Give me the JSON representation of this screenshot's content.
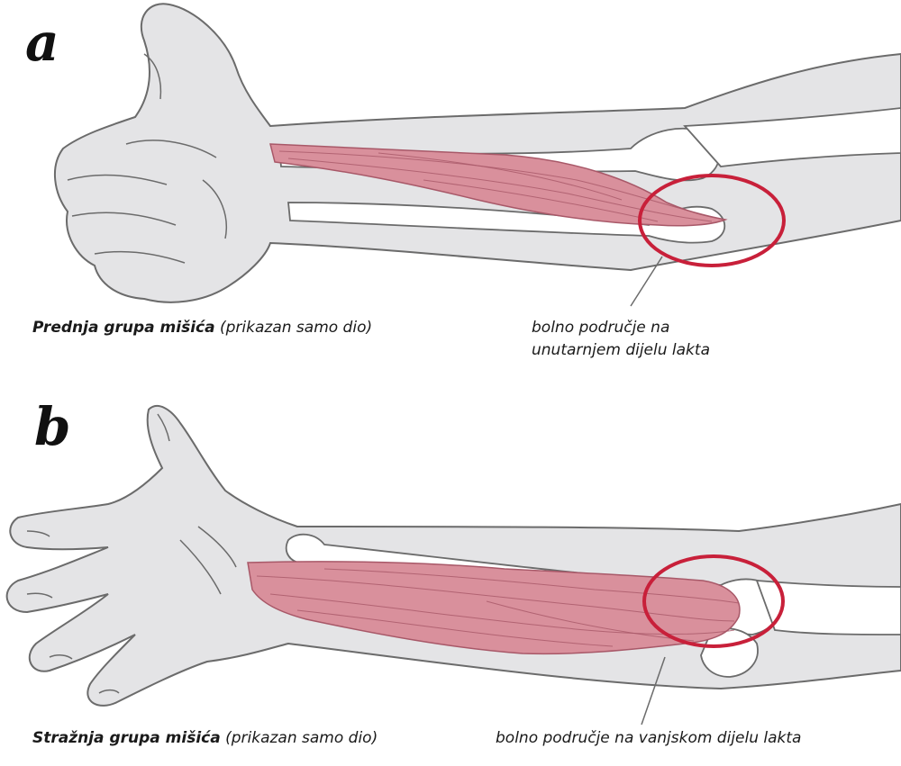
{
  "panels": [
    {
      "letter": "a",
      "caption_bold": "Prednja grupa mišića",
      "caption_note": "(prikazan samo dio)",
      "callout_lines": [
        "bolno područje na",
        "unutarnjem dijelu lakta"
      ]
    },
    {
      "letter": "b",
      "caption_bold": "Stražnja grupa mišića",
      "caption_note": "(prikazan samo dio)",
      "callout_lines": [
        "bolno područje na vanjskom dijelu lakta"
      ]
    }
  ],
  "colors": {
    "skin": "#e4e4e6",
    "outline": "#6b6b6b",
    "bone": "#ffffff",
    "muscle": "#d9909c",
    "muscle_line": "#a85868",
    "highlight_circle": "#c8203a"
  }
}
